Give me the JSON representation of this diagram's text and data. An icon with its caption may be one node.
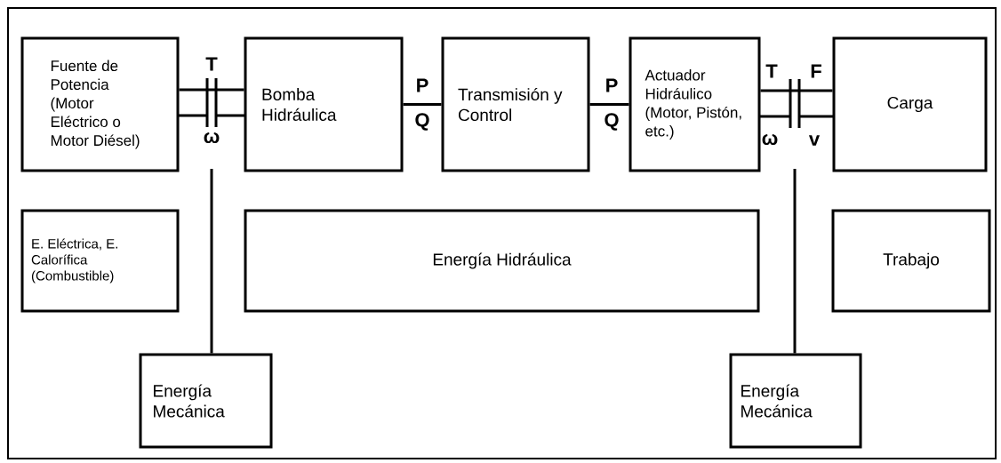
{
  "diagram": {
    "nodes": [
      {
        "text": [
          "Fuente de Potencia (Motor Eléctrico o Motor Diésel)"
        ]
      },
      {
        "text": [
          "Bomba Hidráulica"
        ]
      },
      {
        "text": [
          "Transmisión y Control"
        ]
      },
      {
        "text": [
          "Actuador Hidráulico (Motor, Pistón, etc.)"
        ]
      },
      {
        "text": [
          "Carga"
        ]
      },
      {
        "text": [
          "E. Eléctrica, E. Calorífica (Combustible)"
        ]
      },
      {
        "text": [
          "Energía Hidráulica"
        ]
      },
      {
        "text": [
          "Trabajo"
        ]
      },
      {
        "text": [
          "Energía Mecánica"
        ]
      },
      {
        "text": [
          "Energía Mecánica"
        ]
      }
    ],
    "edges": [
      {
        "from": 0,
        "to": 1,
        "arrow": "none"
      },
      {
        "from": 1,
        "to": 2,
        "arrow": "none"
      },
      {
        "from": 2,
        "to": 3,
        "arrow": "none"
      },
      {
        "from": 3,
        "to": 4,
        "arrow": "none"
      },
      {
        "from": null,
        "to": 8,
        "arrow": "none"
      },
      {
        "from": null,
        "to": 9,
        "arrow": "none"
      }
    ],
    "labels": [
      "T",
      "ω",
      "P",
      "Q",
      "P",
      "Q",
      "T",
      "F",
      "ω",
      "v"
    ]
  }
}
